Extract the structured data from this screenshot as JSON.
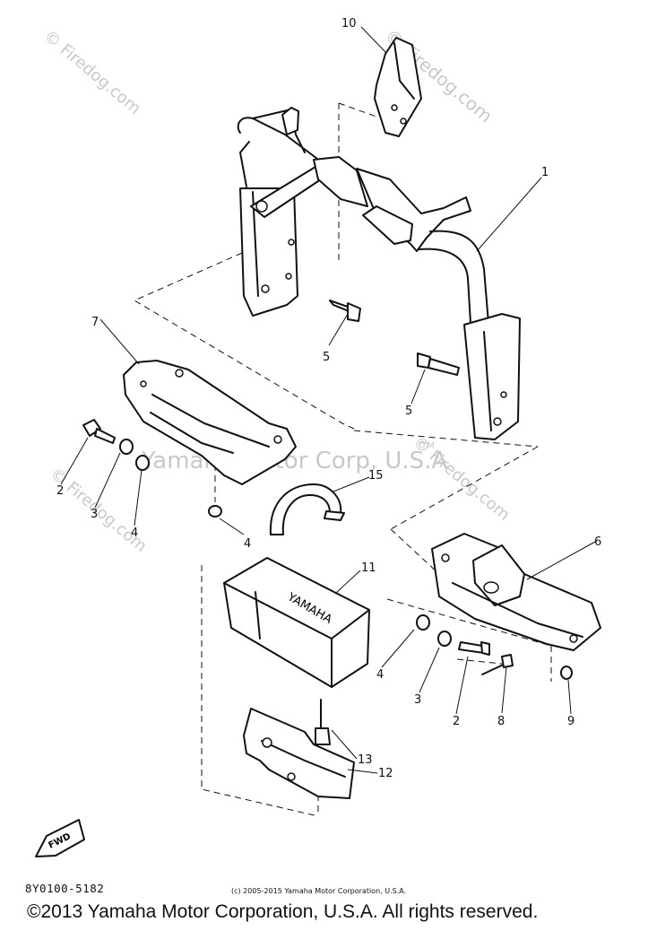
{
  "diagram": {
    "parts_code": "8Y0100-5182",
    "small_copyright": "(c) 2005-2015 Yamaha Motor Corporation, U.S.A.",
    "main_copyright": "©2013 Yamaha Motor Corporation, U.S.A. All rights reserved.",
    "center_watermark": "Yamaha Motor Corp, U.S.A",
    "trademark": "TM",
    "site_watermark": "© Firedog.com",
    "fwd_label": "FWD",
    "battery_brand": "YAMAHA",
    "callouts": {
      "c1": "1",
      "c2a": "2",
      "c2b": "2",
      "c3a": "3",
      "c3b": "3",
      "c4a": "4",
      "c4b": "4",
      "c4c": "4",
      "c5a": "5",
      "c5b": "5",
      "c6": "6",
      "c7": "7",
      "c8": "8",
      "c9": "9",
      "c10": "10",
      "c11": "11",
      "c12": "12",
      "c13": "13",
      "c15": "15"
    }
  },
  "colors": {
    "line": "#111111",
    "watermark": "#c8c8c8"
  }
}
